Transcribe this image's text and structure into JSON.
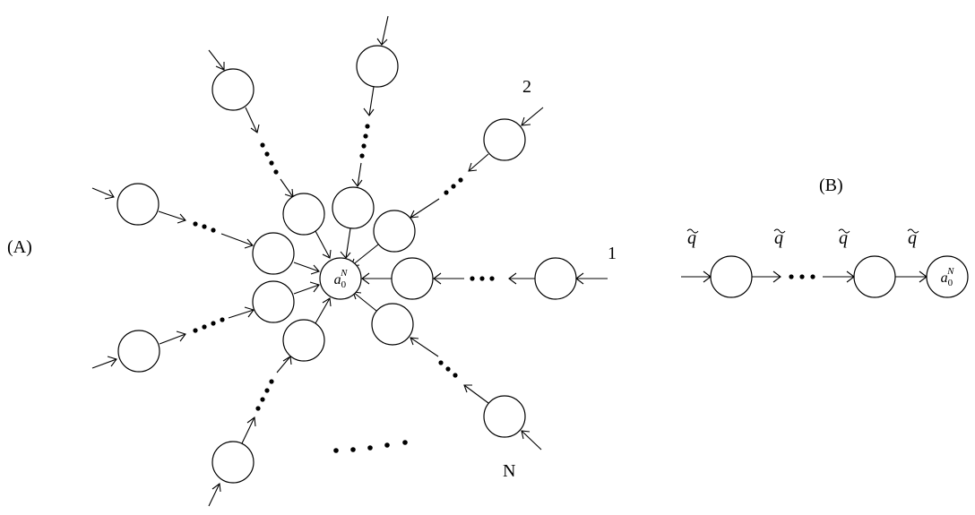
{
  "panel_labels": {
    "a": "(A)",
    "b": "(B)"
  },
  "branch_labels": {
    "one": "1",
    "two": "2",
    "n": "N"
  },
  "center_node": {
    "base": "a",
    "subscript": "0",
    "superscript": "N"
  },
  "chain_edge_label": {
    "symbol": "q",
    "accent": "tilde"
  }
}
